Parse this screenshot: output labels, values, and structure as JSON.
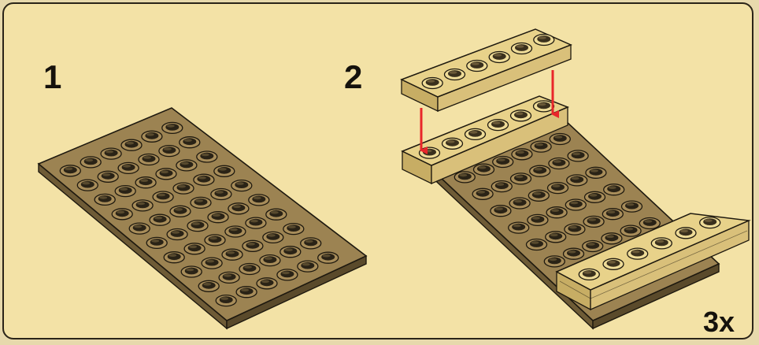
{
  "steps": [
    {
      "number": "1"
    },
    {
      "number": "2",
      "quantity": "3x"
    }
  ],
  "colors": {
    "page_background": "#e7d9ac",
    "panel_background": "#f3e2a6",
    "panel_border": "#2a2418",
    "dark_tan_plate": "#9c8352",
    "tan_plate": "#e8d28a",
    "arrow": "#e8262a",
    "text": "#15120c"
  },
  "icons": [
    "dark-tan-plate-6x10",
    "tan-plate-1x6",
    "red-down-arrow"
  ]
}
